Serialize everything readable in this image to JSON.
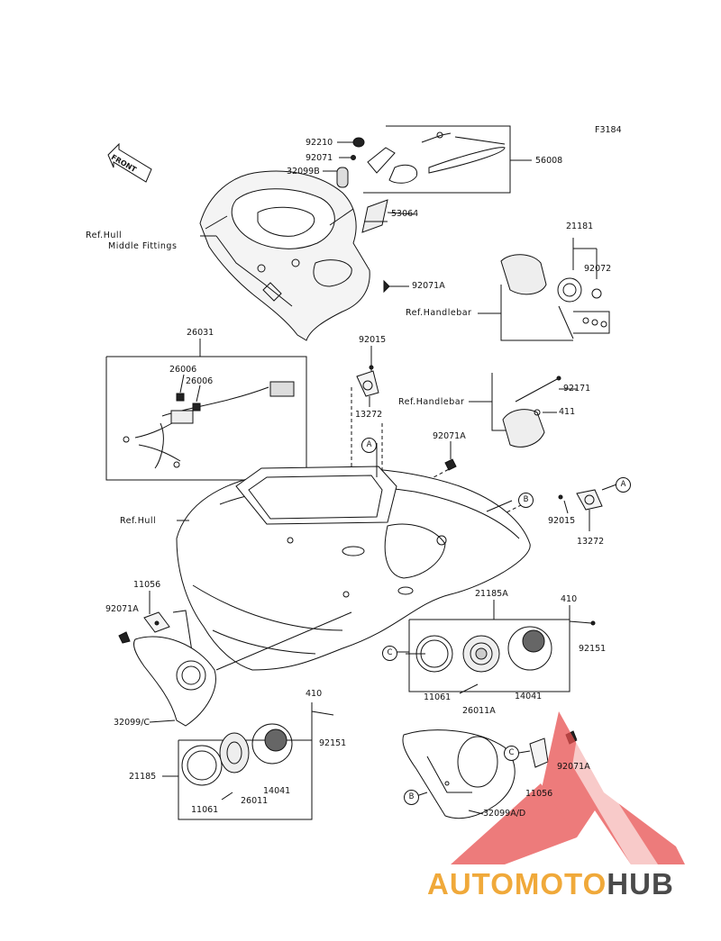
{
  "figure_code": "F3184",
  "front_label": "FRONT",
  "labels": {
    "p92210": "92210",
    "p92071": "92071",
    "p32099B": "32099B",
    "p56008": "56008",
    "p53064": "53064",
    "ref_hull_mid_1": "Ref.Hull",
    "ref_hull_mid_2": "Middle Fittings",
    "p92071A_top": "92071A",
    "p21181": "21181",
    "p92072": "92072",
    "ref_handlebar_1": "Ref.Handlebar",
    "p26031": "26031",
    "p92015_top": "92015",
    "p26006_a": "26006",
    "p26006_b": "26006",
    "p13272_top": "13272",
    "ref_handlebar_2": "Ref.Handlebar",
    "p92171": "92171",
    "p411": "411",
    "p92071A_mid": "92071A",
    "ref_hull": "Ref.Hull",
    "p92015_right": "92015",
    "p13272_right": "13272",
    "p11056_left": "11056",
    "p92071A_left": "92071A",
    "p21185A": "21185A",
    "p410_right": "410",
    "p92151_right": "92151",
    "p11061_right": "11061",
    "p14041_right": "14041",
    "p26011A": "26011A",
    "p32099C": "32099/C",
    "p410_left": "410",
    "p92151_left": "92151",
    "p21185": "21185",
    "p14041_left": "14041",
    "p11061_left": "11061",
    "p26011": "26011",
    "p92071A_right": "92071A",
    "p11056_right": "11056",
    "p32099AD": "32099A/D"
  },
  "callouts": {
    "A": "A",
    "B": "B",
    "C": "C"
  },
  "watermark": {
    "part1": "AUTOMOTO",
    "part2": "HUB",
    "color_primary": "#f0a93a",
    "color_secondary": "#4a4a4a",
    "logo_color": "#e8504f"
  }
}
